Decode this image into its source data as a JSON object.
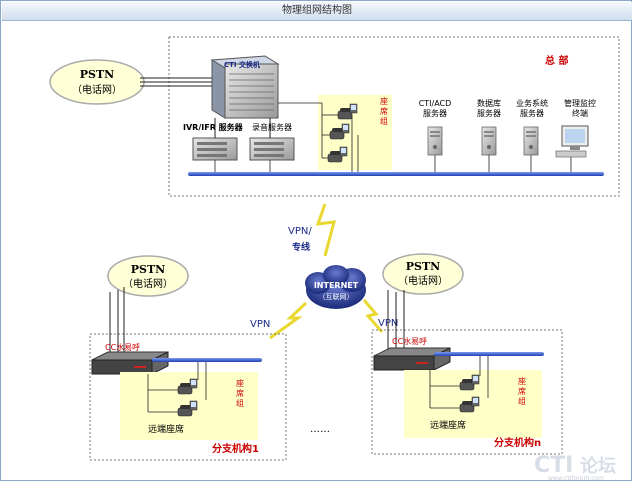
{
  "title": "物理组网结构图",
  "hq": {
    "label": "总 部",
    "pstn_line1": "PSTN",
    "pstn_line2": "（电话网）",
    "cti_switch": "CTI 交换机",
    "ivr_server": "IVR/IFR 服务器",
    "rec_server": "录音服务器",
    "seat_group": "座席组",
    "servers": [
      {
        "line1": "CTI/ACD",
        "line2": "服务器"
      },
      {
        "line1": "数据库",
        "line2": "服务器"
      },
      {
        "line1": "业务系统",
        "line2": "服务器"
      },
      {
        "line1": "管理监控",
        "line2": "终端"
      }
    ]
  },
  "vpn_top_line1": "VPN/",
  "vpn_top_line2": "专线",
  "internet_line1": "INTERNET",
  "internet_line2": "（互联网）",
  "vpn_left": "VPN",
  "vpn_right": "VPN",
  "branch1": {
    "pstn_line1": "PSTN",
    "pstn_line2": "（电话网）",
    "cc_label": "CC水易呼",
    "seat_group": "座席组",
    "remote_seat": "远端座席",
    "label": "分支机构1"
  },
  "branchn": {
    "pstn_line1": "PSTN",
    "pstn_line2": "（电话网）",
    "cc_label": "CC水易呼",
    "seat_group": "座席组",
    "remote_seat": "远端座席",
    "label": "分支机构n"
  },
  "ellipsis": "……",
  "watermark_logo": "CTI论坛",
  "watermark_url": "www.ctiforum.com",
  "colors": {
    "bus": "#3355cc",
    "seat_bg": "#ffffc8",
    "red_text": "#cc0000",
    "bolt": "#f0e030"
  }
}
